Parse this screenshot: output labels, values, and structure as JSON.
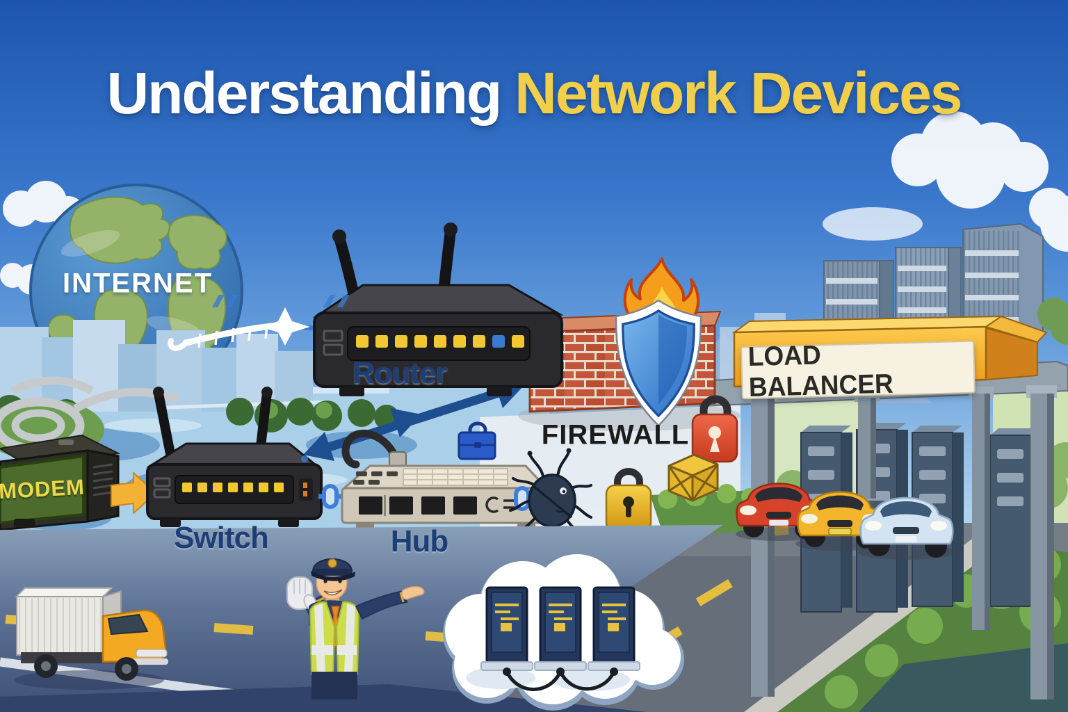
{
  "title": {
    "white_part": "Understanding",
    "yellow_part": "Network Devices"
  },
  "labels": {
    "internet": "INTERNET",
    "router": "Router",
    "modem": "MODEM",
    "switch": "Switch",
    "hub": "Hub",
    "firewall": "FIREWALL",
    "load_balancer": "LOAD BALANCER"
  },
  "colors": {
    "title_white": "#ffffff",
    "title_yellow": "#f2cf4a",
    "device_label_navy": "#1d3f77",
    "firewall_label_black": "#1c1c1c",
    "modem_label_yellow": "#ecd84c",
    "sky_top_blue": "#1d55ae",
    "brick_red": "#c2553a",
    "shield_blue": "#2a6cc4",
    "flame_orange": "#f59e1b",
    "led_yellow": "#f2c832",
    "arrow_navy": "#1d4e8f",
    "arrow_yellow": "#f3b135",
    "load_balancer_orange": "#ef9c18",
    "padlock_red": "#c93a20",
    "padlock_gold": "#d89b16"
  }
}
